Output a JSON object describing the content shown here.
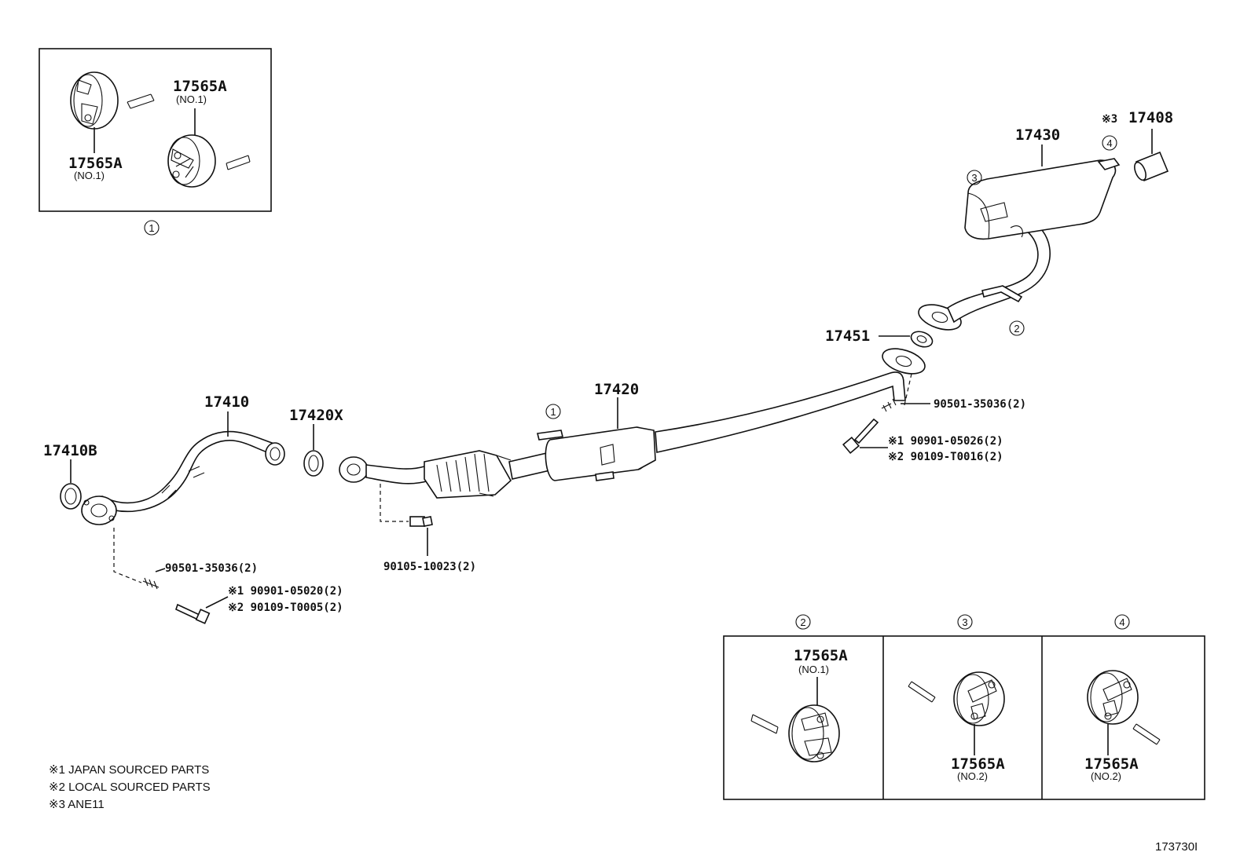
{
  "diagram": {
    "parts": {
      "p17410": "17410",
      "p17410B": "17410B",
      "p17420X": "17420X",
      "p17420": "17420",
      "p17451": "17451",
      "p17430": "17430",
      "p17408": "17408",
      "p17408_mark": "※3"
    },
    "fasteners": {
      "f1": "90501-35036(2)",
      "f2_a": "※1 90901-05020(2)",
      "f2_b": "※2 90109-T0005(2)",
      "f3": "90105-10023(2)",
      "f4": "90501-35036(2)",
      "f5_a": "※1 90901-05026(2)",
      "f5_b": "※2 90109-T0016(2)"
    },
    "callouts": {
      "c1": "①",
      "c2": "②",
      "c3": "③",
      "c4": "④"
    },
    "inset1": {
      "part_a": "17565A",
      "part_a_sub": "(NO.1)",
      "part_b": "17565A",
      "part_b_sub": "(NO.1)",
      "marker": "①"
    },
    "inset2": {
      "marker": "②",
      "part": "17565A",
      "part_sub": "(NO.1)"
    },
    "inset3": {
      "marker": "③",
      "part": "17565A",
      "part_sub": "(NO.2)"
    },
    "inset4": {
      "marker": "④",
      "part": "17565A",
      "part_sub": "(NO.2)"
    },
    "notes": [
      "※1 JAPAN SOURCED PARTS",
      "※2 LOCAL SOURCED PARTS",
      "※3 ANE11"
    ],
    "figure_id": "173730I"
  }
}
